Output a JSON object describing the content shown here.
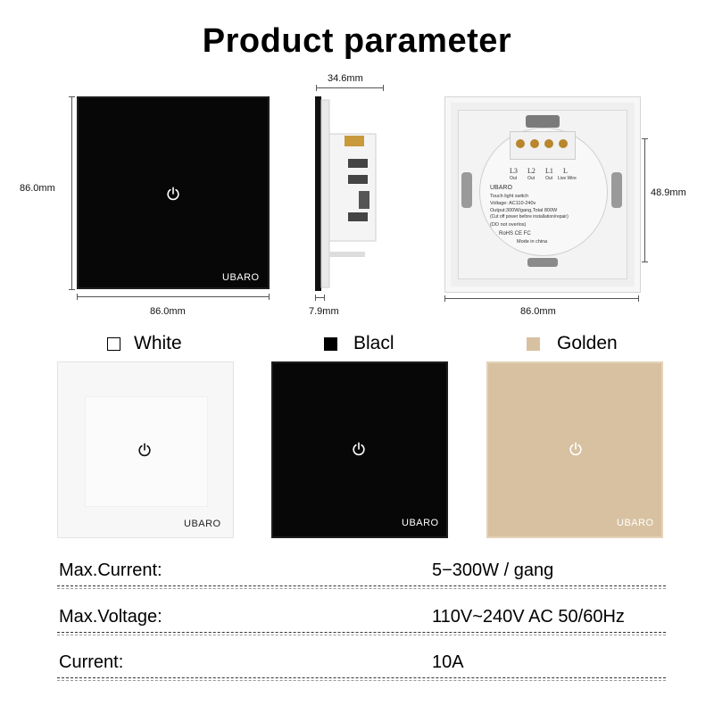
{
  "title": "Product parameter",
  "dimensions": {
    "front_height": "86.0mm",
    "front_width": "86.0mm",
    "side_depth": "34.6mm",
    "side_thickness": "7.9mm",
    "back_box_height": "48.9mm",
    "back_width": "86.0mm"
  },
  "back_label": {
    "terminals": [
      "L3",
      "L2",
      "L1",
      "L"
    ],
    "terminal_subs": [
      "Out",
      "Out",
      "Out",
      "Live Wire"
    ],
    "brand": "UBARO",
    "line1": "Touch light switch",
    "line2": "Voltage: AC110-240v",
    "line3": "Output:300W/gang,Total 800W",
    "line4": "(Cut off power before installation/repair)",
    "line5": "(DO not overlos)",
    "marks": "RoHS CE FC",
    "made": "Mode in china"
  },
  "brand": "UBARO",
  "colors": [
    {
      "name": "White",
      "swatch": "#ffffff",
      "panel": "#f7f7f7"
    },
    {
      "name": "Blacl",
      "swatch": "#000000",
      "panel": "#060606"
    },
    {
      "name": "Golden",
      "swatch": "#d7c1a0",
      "panel": "#d7c1a0"
    }
  ],
  "specs": [
    {
      "label": "Max.Current:",
      "value": "5−300W / gang"
    },
    {
      "label": "Max.Voltage:",
      "value": "110V~240V AC 50/60Hz"
    },
    {
      "label": "Current:",
      "value": "10A"
    }
  ]
}
